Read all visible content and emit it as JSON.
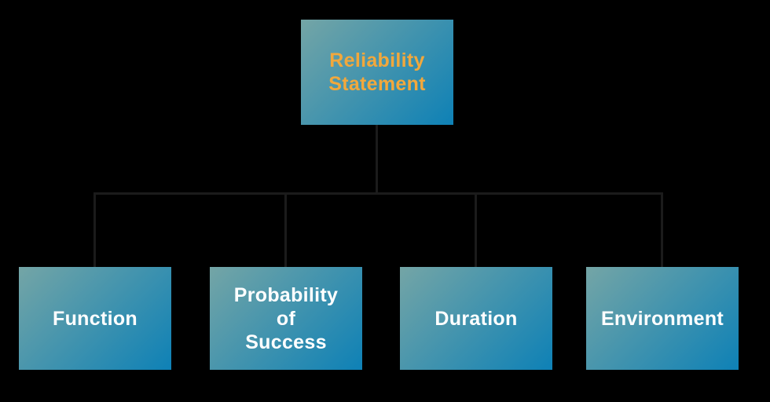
{
  "diagram": {
    "type": "hierarchy",
    "root": {
      "label": "Reliability\nStatement"
    },
    "children": [
      {
        "label": "Function"
      },
      {
        "label": "Probability\nof\nSuccess"
      },
      {
        "label": "Duration"
      },
      {
        "label": "Environment"
      }
    ]
  },
  "colors": {
    "background": "#000000",
    "box_gradient_start": "#74A5A6",
    "box_gradient_end": "#0E81B6",
    "root_text": "#F2A83C",
    "child_text": "#FFFFFF",
    "connector": "#1B1B1B"
  }
}
